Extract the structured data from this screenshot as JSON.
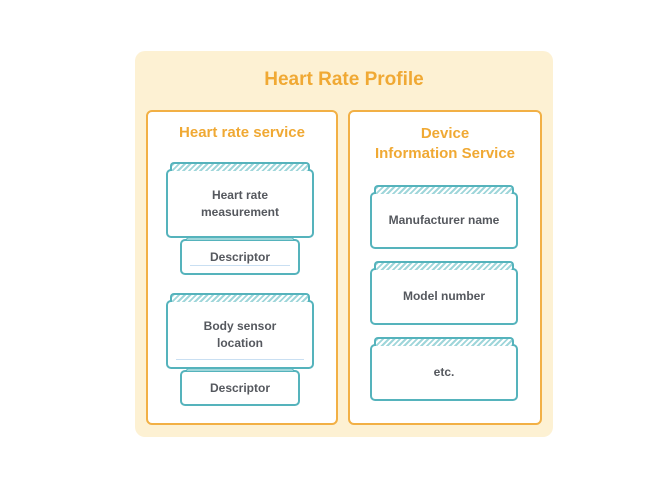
{
  "profile": {
    "title": "Heart Rate Profile"
  },
  "services": {
    "heart_rate": {
      "title": "Heart rate service",
      "characteristics": [
        {
          "label": "Heart rate\nmeasurement",
          "descriptor": "Descriptor"
        },
        {
          "label": "Body sensor\nlocation",
          "descriptor": "Descriptor"
        }
      ]
    },
    "device_info": {
      "title": "Device\nInformation Service",
      "characteristics": [
        "Manufacturer name",
        "Model number",
        "etc."
      ]
    }
  },
  "colors": {
    "profile_bg": "#fdf1d3",
    "accent_orange": "#f0a934",
    "card_border": "#55b3bc",
    "text": "#55585e"
  }
}
